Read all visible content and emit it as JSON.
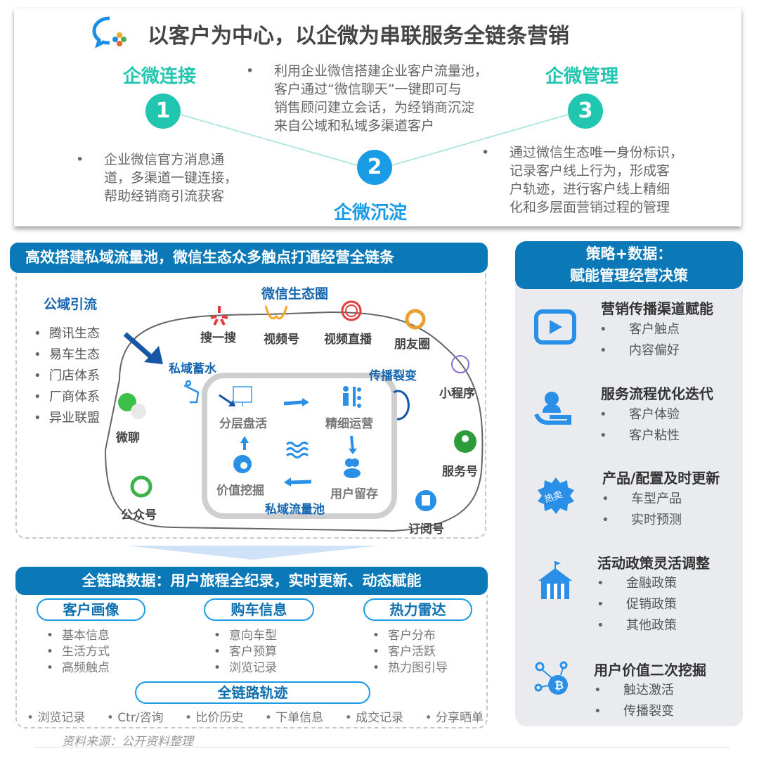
{
  "header": {
    "title": "以客户为中心，以企微为串联服务全链条营销"
  },
  "steps": [
    {
      "number": "1",
      "title": "企微连接",
      "desc": [
        "企业微信官方消息通",
        "道，多渠道一键连接，",
        "帮助经销商引流获客"
      ]
    },
    {
      "number": "2",
      "title": "企微沉淀",
      "desc": [
        "利用企业微信搭建企业客户流量池，",
        "客户通过“微信聊天”一键即可与",
        "销售顾问建立会话，为经销商沉淀",
        "来自公域和私域多渠道客户"
      ]
    },
    {
      "number": "3",
      "title": "企微管理",
      "desc": [
        "通过微信生态唯一身份标识，",
        "记录客户线上行为，形成客",
        "户轨迹，进行客户线上精细",
        "化和多层面营销过程的管理"
      ]
    }
  ],
  "private_pool": {
    "title": "高效搭建私域流量池，微信生态众多触点打通经营全链条",
    "public_title": "公域引流",
    "public_items": [
      "腾讯生态",
      "易车生态",
      "门店体系",
      "厂商体系",
      "异业联盟"
    ],
    "ecosystem_title": "微信生态圈",
    "touchpoints": [
      "搜一搜",
      "视频号",
      "视频直播",
      "朋友圈",
      "小程序",
      "服务号",
      "订阅号",
      "公众号",
      "微聊"
    ],
    "storage": "私域蓄水",
    "viral": "传播裂变",
    "cycle": [
      "分层盘活",
      "精细运营",
      "用户留存",
      "价值挖掘"
    ],
    "pool_label": "私域流量池"
  },
  "full_chain": {
    "title": "全链路数据：用户旅程全纪录，实时更新、动态赋能",
    "groups": [
      {
        "title": "客户画像",
        "items": [
          "基本信息",
          "生活方式",
          "高频触点"
        ]
      },
      {
        "title": "购车信息",
        "items": [
          "意向车型",
          "客户预算",
          "浏览记录"
        ]
      },
      {
        "title": "热力雷达",
        "items": [
          "客户分布",
          "客户活跃",
          "热力图引导"
        ]
      }
    ],
    "track_title": "全链路轨迹",
    "track_items": [
      "浏览记录",
      "Ctr/咨询",
      "比价历史",
      "下单信息",
      "成交记录",
      "分享晒单"
    ]
  },
  "strategy": {
    "title_line1": "策略+数据：",
    "title_line2": "赋能管理经营决策",
    "hot_badge": "热卖",
    "sections": [
      {
        "title": "营销传播渠道赋能",
        "items": [
          "客户触点",
          "内容偏好"
        ]
      },
      {
        "title": "服务流程优化迭代",
        "items": [
          "客户体验",
          "客户粘性"
        ]
      },
      {
        "title": "产品/配置及时更新",
        "items": [
          "车型产品",
          "实时预测"
        ]
      },
      {
        "title": "活动政策灵活调整",
        "items": [
          "金融政策",
          "促销政策",
          "其他政策"
        ]
      },
      {
        "title": "用户价值二次挖掘",
        "items": [
          "触达激活",
          "传播裂变"
        ]
      }
    ]
  },
  "source": "资料来源：公开资料整理",
  "colors": {
    "teal": "#20c6b0",
    "blue": "#1a9be6",
    "header": "#0b78b7",
    "panel": "#e9ebef"
  }
}
